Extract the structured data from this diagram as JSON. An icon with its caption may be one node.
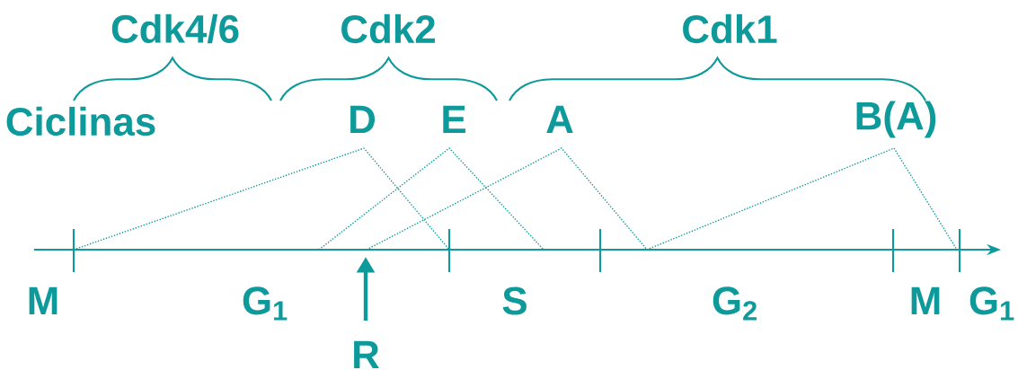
{
  "diagram": {
    "labels": [
      "Cdk4/6",
      "Cdk2",
      "Cdk1",
      "Ciclinas",
      "D",
      "E",
      "A",
      "B(A)",
      "M",
      "G$_{1}$",
      "S",
      "G$_{2}$",
      "M",
      "G$_{1}$",
      "R"
    ]
  }
}
